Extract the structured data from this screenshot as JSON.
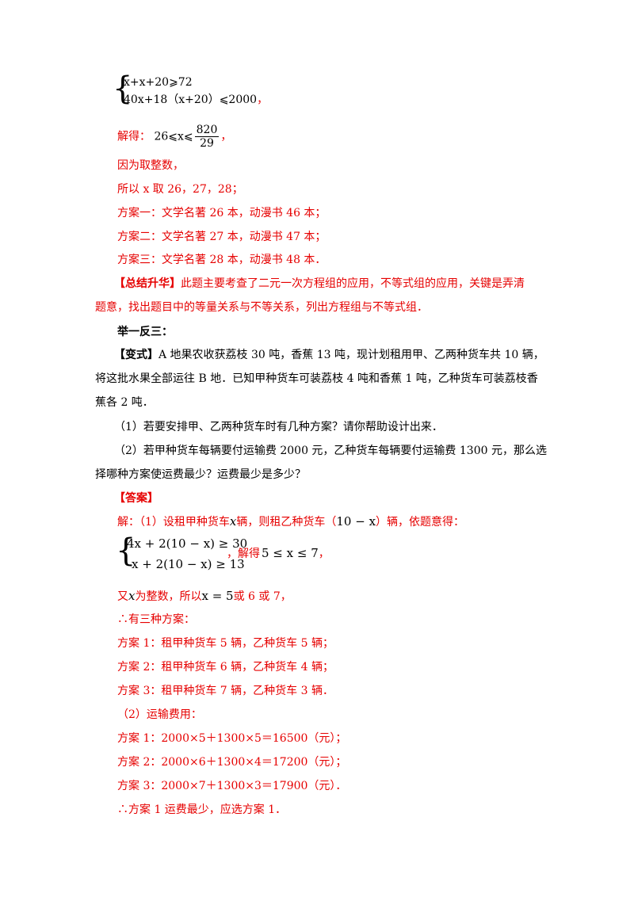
{
  "system1": {
    "row1": "x+x+20⩾72",
    "row2": "40x+18（x+20）⩽2000",
    "trail": "，"
  },
  "solve1": {
    "label": "解得：",
    "expr": "26⩽x⩽",
    "frac_num": "820",
    "frac_den": "29",
    "trail": "，"
  },
  "lines_a": [
    "因为取整数，",
    "所以 x 取 26，27，28；",
    "方案一：文学名著 26 本，动漫书 46 本；",
    "方案二：文学名著 27 本，动漫书 47 本；",
    "方案三：文学名著 28 本，动漫书 48 本．"
  ],
  "summary": {
    "tag": "【总结升华】",
    "line1": "此题主要考查了二元一次方程组的应用，不等式组的应用，关键是弄清",
    "line2": "题意，找出题目中的等量关系与不等关系，列出方程组与不等式组．"
  },
  "heading": "举一反三：",
  "variant": {
    "tag": "【变式】",
    "line1": "A 地果农收获荔枝 30 吨，香蕉 13 吨，现计划租用甲、乙两种货车共 10 辆，",
    "line2": "将这批水果全部运往 B 地．已知甲种货车可装荔枝 4 吨和香蕉 1 吨，乙种货车可装荔枝香",
    "line3": "蕉各 2 吨．"
  },
  "questions": {
    "q1": "（1）若要安排甲、乙两种货车时有几种方案？请你帮助设计出来．",
    "q2_line1": "（2）若甲种货车每辆要付运输费 2000 元，乙种货车每辆要付运输费 1300 元，那么选",
    "q2_line2": "择哪种方案使运费最少？运费最少是多少？"
  },
  "answer_tag": "【答案】",
  "sol": {
    "intro_a": "解：（1）设租甲种货车",
    "intro_x": "x",
    "intro_b": "辆，则租乙种货车（",
    "intro_expr": "10 − x",
    "intro_c": "）辆，依题意得：",
    "sys_row1": "4x + 2(10 − x) ≥ 30",
    "sys_row2": "x + 2(10 − x) ≥ 13",
    "sys_trail": "，",
    "solve_label": "解得",
    "solve_expr": "5 ≤ x ≤ 7",
    "solve_trail": "，",
    "int_a": "又",
    "int_x": "x",
    "int_b": "为整数，所以",
    "int_expr": "x = 5",
    "int_c": "或 6 或 7，"
  },
  "lines_b": [
    "∴有三种方案：",
    "方案 1：租甲种货车 5 辆，乙种货车 5 辆；",
    "方案 2：租甲种货车 6 辆，乙种货车 4 辆；",
    "方案 3：租甲种货车 7 辆，乙种货车 3 辆．",
    "（2）运输费用：",
    "方案 1：2000×5＋1300×5＝16500（元）；",
    "方案 2：2000×6＋1300×4＝17200（元）；",
    "方案 3：2000×7＋1300×3＝17900（元）．",
    "∴方案 1 运费最少，应选方案 1．"
  ]
}
